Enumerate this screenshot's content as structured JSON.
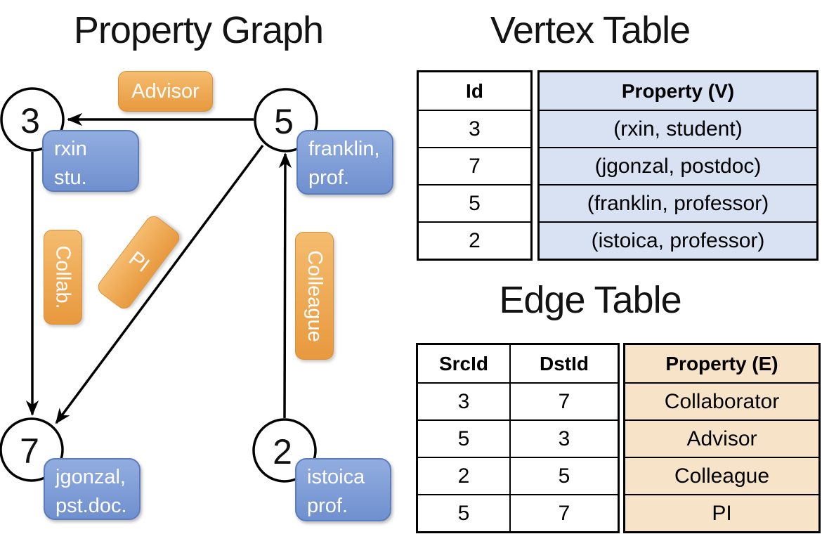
{
  "left_panel": {
    "title": "Property Graph",
    "nodes": [
      {
        "id": "3",
        "line1": "rxin",
        "line2": "stu."
      },
      {
        "id": "5",
        "line1": "franklin,",
        "line2": "prof."
      },
      {
        "id": "7",
        "line1": "jgonzal,",
        "line2": "pst.doc."
      },
      {
        "id": "2",
        "line1": "istoica",
        "line2": "prof."
      }
    ],
    "edge_labels": {
      "advisor": "Advisor",
      "collab": "Collab.",
      "pi": "PI",
      "colleague": "Colleague"
    }
  },
  "vertex_table": {
    "title": "Vertex Table",
    "headers": {
      "id": "Id",
      "property": "Property (V)"
    },
    "rows": [
      {
        "id": "3",
        "property": "(rxin, student)"
      },
      {
        "id": "7",
        "property": "(jgonzal, postdoc)"
      },
      {
        "id": "5",
        "property": "(franklin, professor)"
      },
      {
        "id": "2",
        "property": "(istoica, professor)"
      }
    ]
  },
  "edge_table": {
    "title": "Edge Table",
    "headers": {
      "src": "SrcId",
      "dst": "DstId",
      "property": "Property (E)"
    },
    "rows": [
      {
        "src": "3",
        "dst": "7",
        "property": "Collaborator"
      },
      {
        "src": "5",
        "dst": "3",
        "property": "Advisor"
      },
      {
        "src": "2",
        "dst": "5",
        "property": "Colleague"
      },
      {
        "src": "5",
        "dst": "7",
        "property": "PI"
      }
    ]
  },
  "colors": {
    "vertex_box_blue": "#7f9ed9",
    "edge_label_orange": "#eda24c",
    "vertex_property_cell": "#d8e2f3",
    "edge_property_cell": "#f7e3c8",
    "line_black": "#000000"
  }
}
